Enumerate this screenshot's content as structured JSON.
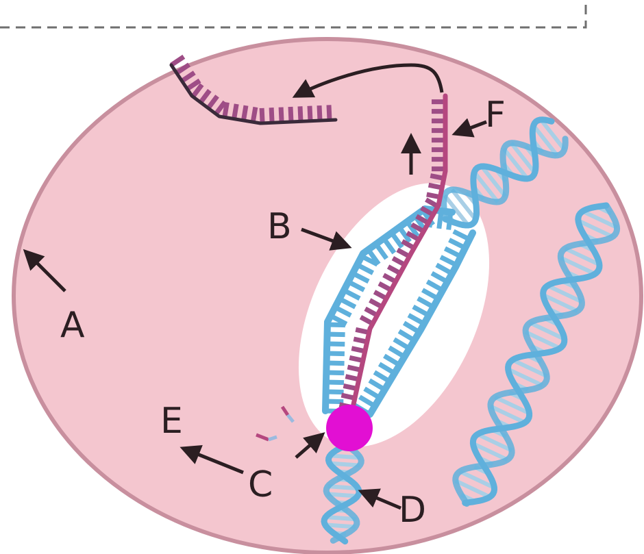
{
  "labels": {
    "A": "A",
    "B": "B",
    "C": "C",
    "D": "D",
    "E": "E",
    "F": "F"
  },
  "colors": {
    "cell_fill": "#f4c6cf",
    "cell_border": "#c88f9e",
    "nucleus_bubble": "#ffffff",
    "dna_blue": "#5fb0dc",
    "dna_blue_light": "#a9cfe6",
    "rna_magenta": "#b5477f",
    "rna_rung": "#9e4d86",
    "polymerase": "#e20fd3",
    "arrow": "#2b1e22",
    "dashed_box": "#6f6f6f"
  },
  "icons": [
    "cell-membrane",
    "dna-double-helix",
    "mrna-strand",
    "rna-polymerase",
    "free-nucleotides",
    "arrow"
  ]
}
